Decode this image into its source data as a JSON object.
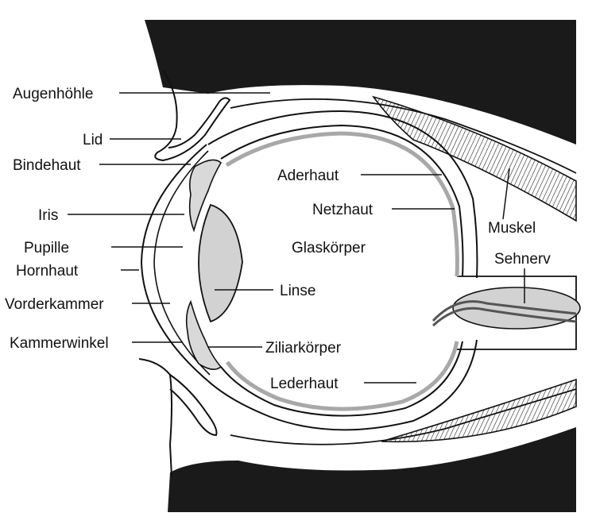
{
  "diagram": {
    "labels": {
      "augenhoehle": "Augenhöhle",
      "lid": "Lid",
      "bindehaut": "Bindehaut",
      "iris": "Iris",
      "pupille": "Pupille",
      "hornhaut": "Hornhaut",
      "vorderkammer": "Vorderkammer",
      "kammerwinkel": "Kammerwinkel",
      "aderhaut": "Aderhaut",
      "netzhaut": "Netzhaut",
      "glaskoerper": "Glaskörper",
      "linse": "Linse",
      "ziliarkoerper": "Ziliarkörper",
      "lederhaut": "Lederhaut",
      "muskel": "Muskel",
      "sehnerv": "Sehnerv"
    }
  },
  "colors": {
    "orbit_fill": "#1a1a1a",
    "lens_fill": "#d2d2d2",
    "retina_gray": "#a8a8a8",
    "line": "#111111",
    "background": "#ffffff"
  }
}
